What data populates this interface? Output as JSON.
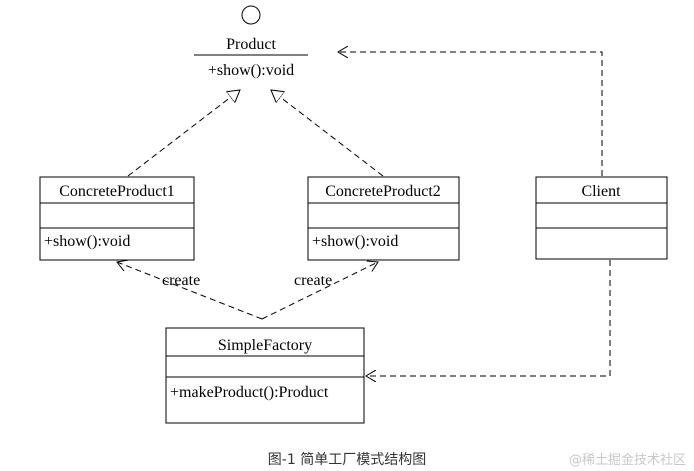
{
  "diagram": {
    "interface": {
      "name": "Product",
      "method": "+show():void"
    },
    "classes": [
      {
        "id": "cp1",
        "name": "ConcreteProduct1",
        "method": "+show():void"
      },
      {
        "id": "cp2",
        "name": "ConcreteProduct2",
        "method": "+show():void"
      },
      {
        "id": "client",
        "name": "Client",
        "method": ""
      },
      {
        "id": "factory",
        "name": "SimpleFactory",
        "method": "+makeProduct():Product"
      }
    ],
    "relations": [
      {
        "from": "cp1",
        "to": "interface",
        "type": "realization",
        "label": ""
      },
      {
        "from": "cp2",
        "to": "interface",
        "type": "realization",
        "label": ""
      },
      {
        "from": "factory",
        "to": "cp1",
        "type": "dependency",
        "label": "create"
      },
      {
        "from": "factory",
        "to": "cp2",
        "type": "dependency",
        "label": "create"
      },
      {
        "from": "client",
        "to": "interface",
        "type": "dependency",
        "label": ""
      },
      {
        "from": "client",
        "to": "factory",
        "type": "dependency",
        "label": ""
      }
    ],
    "caption": "图-1 简单工厂模式结构图",
    "watermark": "@稀土掘金技术社区",
    "colors": {
      "stroke": "#000000",
      "caption": "#333333",
      "watermark": "#c8c8c8"
    }
  }
}
